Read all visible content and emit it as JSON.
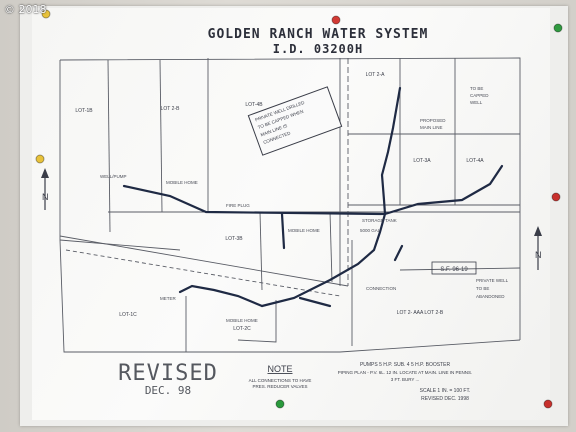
{
  "watermark": "© 2018",
  "map": {
    "title_line1": "GOLDEN RANCH WATER SYSTEM",
    "title_line2": "I.D. 03200H",
    "lots": {
      "lot_1b": "LOT-1B",
      "lot_2b": "LOT 2-B",
      "lot_4b": "LOT-4B",
      "lot_2a": "LOT 2-A",
      "lot_3a": "LOT-3A",
      "lot_4a": "LOT-4A",
      "lot_3b": "LOT-3B",
      "lot_1c": "LOT-1C",
      "lot_2c": "LOT-2C",
      "lot_2_aaa": "LOT 2- AAA LOT 2-B"
    },
    "revised_title": "REVISED",
    "revised_date": "DEC. 98",
    "note_title": "NOTE",
    "note_line1": "ALL CONNECTIONS TO HAVE",
    "note_line2": "PRES. REDUCER VALVES",
    "pumps_line1": "PUMPS  5 H.P. SUB. 4 5 H.P. BOOSTER",
    "pumps_line2": "PIPING PLAN - P.V. 6L. 12 IN. LOCATE AT MAIN. LINE IN PENNS.",
    "pumps_line3": "3 FT. BURY ...",
    "scale_line1": "SCALE 1 IN. = 100 FT.",
    "scale_line2": "REVISED DEC. 1998",
    "stamp": "S.F. 96-19"
  },
  "pins": {
    "top_left": "#e8c23a",
    "top_center": "#d23a34",
    "top_right": "#2f9a3f",
    "left_mid": "#e8c23a",
    "right_mid": "#c8302c",
    "bottom_center": "#2a9a3c",
    "bottom_right": "#c8302c"
  }
}
